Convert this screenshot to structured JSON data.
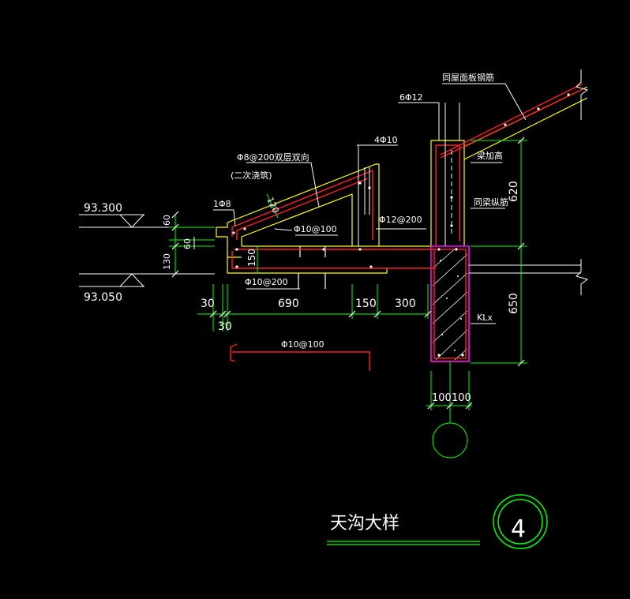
{
  "drawing": {
    "title": "天沟大样",
    "detail_number": "4",
    "elevations": {
      "top": "93.300",
      "bottom": "93.050"
    },
    "rebar_labels": {
      "roof_slab_rebar": "同屋面板钢筋",
      "column_top_bars": "6Φ12",
      "upstand_bars": "4Φ10",
      "slope_slab_mesh": "Φ8@200双层双向",
      "pour_note": "(二次浇筑)",
      "edge_bar": "1Φ8",
      "gutter_bottom_distribution": "Φ10@100",
      "upstand_stirrup": "Φ12@200",
      "gutter_slab_bottom": "Φ10@200",
      "separate_bar": "Φ10@100",
      "beam_heightening": "梁加高",
      "beam_longitudinal": "同梁纵筋",
      "beam_name": "KLx"
    },
    "dimensions": {
      "left_60_top": "60",
      "left_60_mid": "60",
      "left_130": "130",
      "slope_120": "120",
      "gutter_150": "150",
      "horiz_30a": "30",
      "horiz_690": "690",
      "horiz_150": "150",
      "horiz_300": "300",
      "horiz_30b": "30",
      "right_620": "620",
      "right_650": "650",
      "beam_100a": "100",
      "beam_100b": "100"
    }
  }
}
